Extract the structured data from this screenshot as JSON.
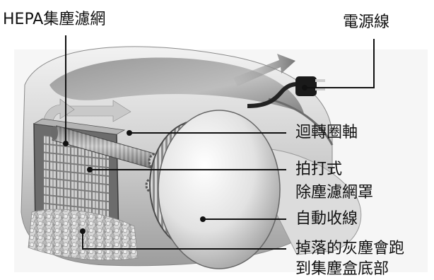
{
  "labels": {
    "hepa_filter": "HEPA集塵濾網",
    "power_cord": "電源線",
    "rotating_shaft": "迴轉圈軸",
    "tapping_cover_line1": "拍打式",
    "tapping_cover_line2": "除塵濾網罩",
    "auto_rewind": "自動收線",
    "dust_falls_line1": "掉落的灰塵會跑",
    "dust_falls_line2": "到集塵盒底部"
  }
}
